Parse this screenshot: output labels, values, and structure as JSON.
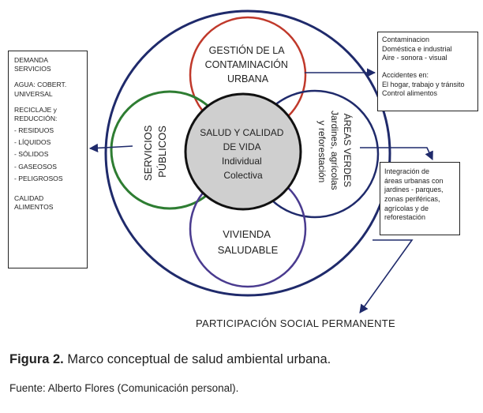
{
  "diagram": {
    "center": [
      "SALUD Y CALIDAD",
      "DE VIDA",
      "Individual",
      "Colectiva"
    ],
    "top_circle": [
      "GESTIÓN DE LA",
      "CONTAMINACIÓN",
      "URBANA"
    ],
    "left_circle": [
      "SERVICIOS",
      "PÚBLICOS"
    ],
    "right_circle": [
      "ÁREAS VERDES",
      "Jardines, agrícolas",
      "y reforestación"
    ],
    "bottom_circle": [
      "VIVIENDA",
      "SALUDABLE"
    ],
    "colors": {
      "top": "#c0392b",
      "left": "#2e7d32",
      "right": "#1f2a6b",
      "bottom": "#4a3b8f",
      "outer": "#1f2a6b",
      "center_fill": "#cfcfcf"
    }
  },
  "left_box": {
    "demand": "DEMANDA SERVICIOS",
    "water": [
      "AGUA: COBERT.",
      "UNIVERSAL"
    ],
    "recycle": [
      "RECICLAJE y",
      "REDUCCIÓN:"
    ],
    "items": [
      "- RESIDUOS",
      "- LÍQUIDOS",
      "- SÓLIDOS",
      "- GASEOSOS",
      "- PELIGROSOS"
    ],
    "food": [
      "CALIDAD",
      "ALIMENTOS"
    ]
  },
  "top_right_box": {
    "lines1": [
      "Contaminacion",
      "Doméstica e industrial",
      "Aire - sonora - visual"
    ],
    "lines2": [
      "Accidentes  en:",
      "El hogar, trabajo y tránsito",
      "Control alimentos"
    ]
  },
  "mid_right_box": {
    "lines": [
      "Integración de",
      "áreas urbanas con",
      "jardines - parques,",
      "zonas periféricas,",
      "agrícolas y de",
      "reforestación"
    ]
  },
  "participation": "PARTICIPACIÓN SOCIAL PERMANENTE",
  "caption": {
    "label": "Figura 2.",
    "text": " Marco conceptual de salud ambiental urbana."
  },
  "source": "Fuente: Alberto Flores (Comunicación personal)."
}
